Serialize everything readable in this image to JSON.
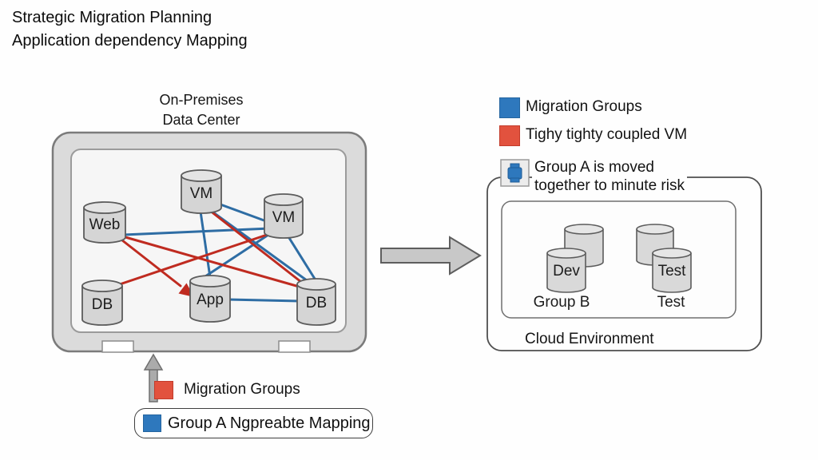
{
  "title": {
    "line1": "Strategic Migration Planning",
    "line2": "Application dependency Mapping"
  },
  "on_premises": {
    "heading_line1": "On-Premises",
    "heading_line2": "Data Center",
    "nodes": [
      {
        "id": "web",
        "label": "Web"
      },
      {
        "id": "vm-top",
        "label": "VM"
      },
      {
        "id": "vm-right",
        "label": "VM"
      },
      {
        "id": "db-left",
        "label": "DB"
      },
      {
        "id": "app",
        "label": "App"
      },
      {
        "id": "db-right",
        "label": "DB"
      }
    ],
    "edges": [
      {
        "from": "web",
        "to": "vm-right",
        "type": "migration-group"
      },
      {
        "from": "vm-top",
        "to": "app",
        "type": "migration-group"
      },
      {
        "from": "vm-top",
        "to": "db-right",
        "type": "migration-group"
      },
      {
        "from": "vm-top",
        "to": "vm-right",
        "type": "migration-group"
      },
      {
        "from": "vm-right",
        "to": "db-right",
        "type": "migration-group"
      },
      {
        "from": "vm-right",
        "to": "app",
        "type": "migration-group"
      },
      {
        "from": "app",
        "to": "db-right",
        "type": "migration-group"
      },
      {
        "from": "web",
        "to": "app",
        "type": "tightly-coupled",
        "arrowhead": true
      },
      {
        "from": "web",
        "to": "db-right",
        "type": "tightly-coupled"
      },
      {
        "from": "db-left",
        "to": "vm-right",
        "type": "tightly-coupled"
      },
      {
        "from": "vm-top",
        "to": "db-right",
        "type": "tightly-coupled"
      }
    ]
  },
  "legend": {
    "items": [
      {
        "swatch": "blue",
        "label": "Migration Groups"
      },
      {
        "swatch": "red",
        "label": "Tighy tighty coupled VM"
      },
      {
        "swatch": "group-icon",
        "label_line1": "Group A is moved",
        "label_line2": "together to minute risk"
      }
    ]
  },
  "cloud": {
    "title": "Cloud Environment",
    "groups": [
      {
        "cylinder_label": "Dev",
        "group_label": "Group B"
      },
      {
        "cylinder_label": "Test",
        "group_label": "Test"
      }
    ]
  },
  "bottom": {
    "arrow_label": "Migration Groups",
    "callout_label": "Group A Ngpreabte Mapping"
  },
  "colors": {
    "migration_blue": "#2e78bd",
    "coupled_red": "#e2523e",
    "blue_line": "#2e6da4",
    "red_line": "#bf2b20",
    "laptop_gray": "#dbdbdb",
    "arrow_gray": "#c8c8c8"
  }
}
